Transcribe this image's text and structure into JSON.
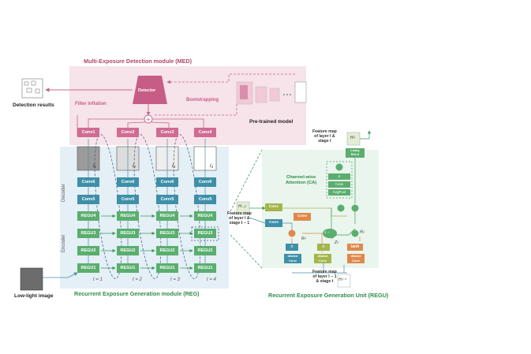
{
  "titles": {
    "med": "Multi-Exposure Detection module (MED)",
    "reg": "Recurrent Exposure Generation module (REG)",
    "regu": "Recurrent Exposure Generation Unit (REGU)"
  },
  "labels": {
    "detector": "Detector",
    "detection_results": "Detection results",
    "filter_inflation": "Filter inflation",
    "bootstrapping": "Bootstrapping",
    "pretrained": "Pre-trained model",
    "low_light": "Low-light image",
    "decoder": "Decoder",
    "encoder": "Encoder"
  },
  "conv_top": [
    "Conv1",
    "Conv2",
    "Conv3",
    "Conv4"
  ],
  "columns": [
    {
      "conv6": "Conv6",
      "conv5": "Conv5",
      "regu4": "REGU4",
      "regu3": "REGU3",
      "regu2": "REGU2",
      "regu1": "REGU1",
      "t": "t = 1",
      "img": "I₁"
    },
    {
      "conv6": "Conv6",
      "conv5": "Conv5",
      "regu4": "REGU4",
      "regu3": "REGU3",
      "regu2": "REGU2",
      "regu1": "REGU1",
      "t": "t = 2",
      "img": "I₂"
    },
    {
      "conv6": "Conv6",
      "conv5": "Conv5",
      "regu4": "REGU4",
      "regu3": "REGU3",
      "regu2": "REGU2",
      "regu1": "REGU1",
      "t": "t = 3",
      "img": "I₃"
    },
    {
      "conv6": "Conv6",
      "conv5": "Conv5",
      "regu4": "REGU4",
      "regu3": "REGU3",
      "regu2": "REGU2",
      "regu1": "REGU1",
      "t": "t = 4",
      "img": "I₄"
    }
  ],
  "regu_unit": {
    "fm_out": "Feature map\nof layer l &\nstage t",
    "fm_prev_stage": "Feature map\nof layer l &\nstage t − 1",
    "fm_prev_layer": "Feature map\nof layer l − 1\n& stage t",
    "ca_label": "Channel-wise\nAttention (CA)",
    "leaky": "Leaky\nReLU",
    "conv": "Conv",
    "avgpool": "AvgPool",
    "sigma": "σ",
    "tanh": "tanh",
    "one_minus": "1 −",
    "dilated_conv": "dilated\nConv",
    "h_out": "Hₜˡ",
    "h_prev": "Hₜ₋₁ˡ",
    "h_lower": "Hₜˡ⁻¹",
    "h_hat": "Ĥₜˡ",
    "r_t": "Rₜˡ",
    "z_t": "Zₜˡ"
  },
  "colors": {
    "pink_panel": "#f6e1e8",
    "pink_box": "#cf6c92",
    "blue_panel": "#e3eef5",
    "teal_box": "#3e8fa8",
    "green_box": "#5aae6e",
    "olive_box": "#a4b54a",
    "orange_box": "#e0884a",
    "regu_panel": "#e8f4ec"
  }
}
